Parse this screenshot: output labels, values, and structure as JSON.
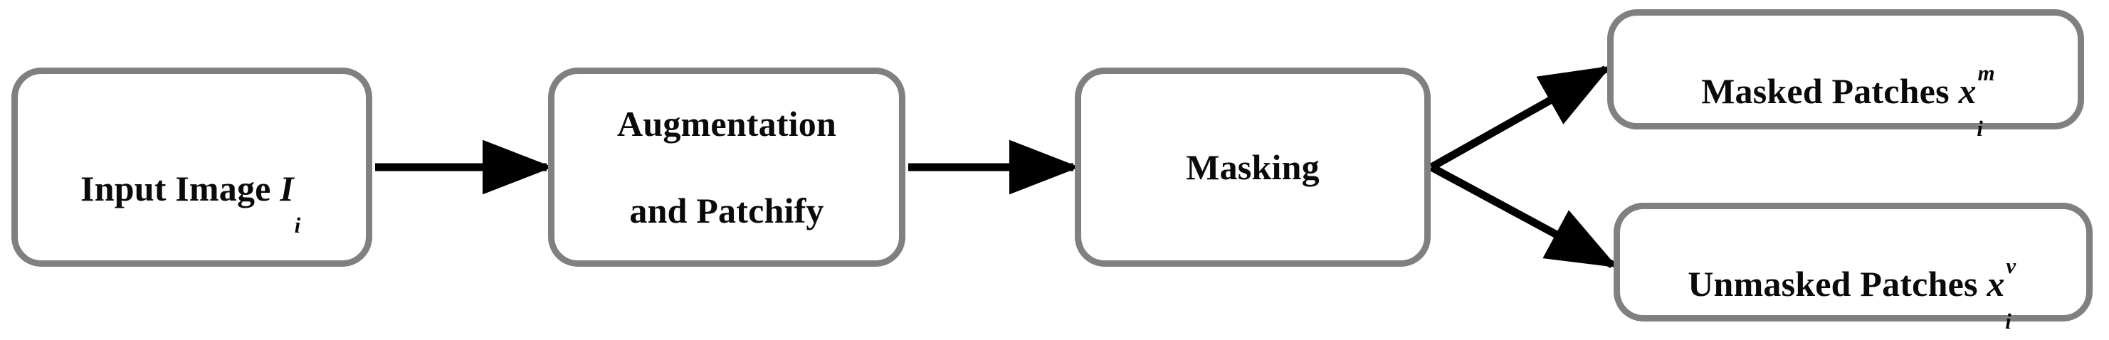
{
  "diagram": {
    "title": "Masked image modelling preprocessing pipeline",
    "background_color": "#ffffff",
    "node_border_color": "#808080",
    "node_fill_color": "#ffffff",
    "arrow_color": "#000000",
    "text_color": "#0a0a0a"
  },
  "nodes": {
    "input_image": {
      "id": "input-image",
      "text_plain": "Input Image I_i",
      "label_words": "Input Image",
      "variable": "I",
      "subscript": "i",
      "superscript": ""
    },
    "augment_patchify": {
      "id": "augmentation-and-patchify",
      "text_plain": "Augmentation and Patchify",
      "line1": "Augmentation",
      "line2": "and Patchify"
    },
    "masking": {
      "id": "masking",
      "text_plain": "Masking",
      "label_words": "Masking"
    },
    "masked_patches": {
      "id": "masked-patches",
      "text_plain": "Masked Patches x_i^m",
      "label_words": "Masked Patches",
      "variable": "x",
      "subscript": "i",
      "superscript": "m"
    },
    "unmasked_patches": {
      "id": "unmasked-patches",
      "text_plain": "Unmasked Patches x_i^v",
      "label_words": "Unmasked Patches",
      "variable": "x",
      "subscript": "i",
      "superscript": "v"
    }
  },
  "edges": [
    {
      "id": "edge-input-to-augment",
      "from": "input_image",
      "to": "augment_patchify",
      "style": "straight-arrow",
      "label": ""
    },
    {
      "id": "edge-augment-to-masking",
      "from": "augment_patchify",
      "to": "masking",
      "style": "straight-arrow",
      "label": ""
    },
    {
      "id": "edge-masking-to-masked",
      "from": "masking",
      "to": "masked_patches",
      "style": "diagonal-arrow-up",
      "label": ""
    },
    {
      "id": "edge-masking-to-unmasked",
      "from": "masking",
      "to": "unmasked_patches",
      "style": "diagonal-arrow-down",
      "label": ""
    }
  ]
}
